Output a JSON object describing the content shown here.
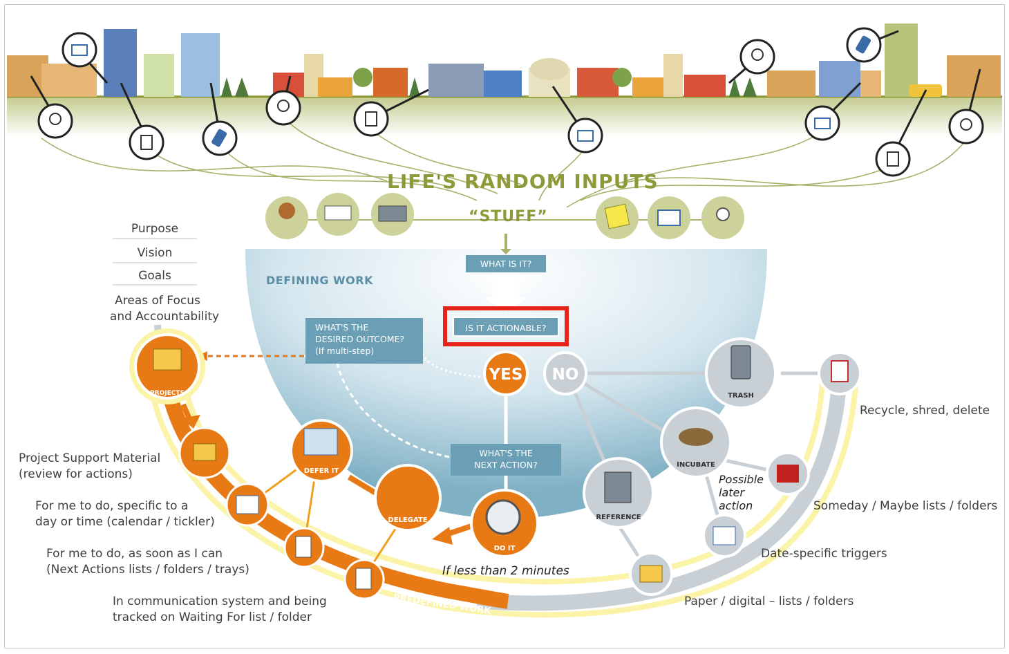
{
  "title": "LIFE'S RANDOM INPUTS",
  "stuff": "“STUFF”",
  "defining_work": "DEFINING WORK",
  "questions": {
    "what_is_it": "WHAT IS IT?",
    "is_actionable": "IS IT ACTIONABLE?",
    "desired_outcome": [
      "WHAT'S THE",
      "DESIRED OUTCOME?",
      "(If multi-step)"
    ],
    "next_action": [
      "WHAT'S THE",
      "NEXT ACTION?"
    ]
  },
  "answers": {
    "yes": "YES",
    "no": "NO"
  },
  "nodes": {
    "projects": "PROJECTS",
    "defer": "DEFER IT",
    "delegate": "DELEGATE",
    "do_it": "DO IT",
    "trash": "TRASH",
    "incubate": "INCUBATE",
    "reference": "REFERENCE"
  },
  "horizons": [
    "Purpose",
    "Vision",
    "Goals",
    "Areas of Focus",
    "and Accountability"
  ],
  "left_labels": {
    "support": [
      "Project Support Material",
      "(review for actions)"
    ],
    "calendar": [
      "For me to do, specific to a",
      "day or time (calendar / tickler)"
    ],
    "next_actions": [
      "For me to do, as soon as I can",
      "(Next Actions lists / folders / trays)"
    ],
    "waiting": [
      "In communication system and being",
      "tracked on Waiting For list / folder"
    ]
  },
  "right_labels": {
    "recycle": "Recycle, shred, delete",
    "someday": "Someday / Maybe lists / folders",
    "triggers": "Date-specific triggers",
    "paper": "Paper / digital – lists / folders"
  },
  "possible_later_action": [
    "Possible",
    "later",
    "action"
  ],
  "less_than_2": "If less than 2 minutes",
  "predefined_work": "PREDEFINED WORK",
  "colors": {
    "olive": "#8e9a3a",
    "orange": "#e87a16",
    "orange_dark": "#d0650c",
    "teal_box": "#6a9fb5",
    "grey_node": "#c8d0d6",
    "highlight": "#e8231a",
    "glow": "#fbf3a8"
  }
}
